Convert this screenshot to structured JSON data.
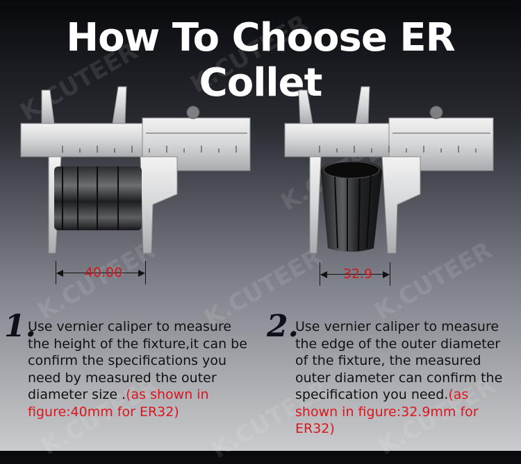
{
  "title": "How To Choose ER Collet",
  "watermark_text": "K.CUTEER",
  "figures": [
    {
      "measurement": "40.00"
    },
    {
      "measurement": "32.9"
    }
  ],
  "steps": [
    {
      "number": "1.",
      "text": "Use vernier caliper to measure the height of the fixture,it can be confirm the specifications you need by measured the outer diameter size .",
      "note": "(as shown in figure:40mm for ER32)"
    },
    {
      "number": "2.",
      "text": "Use vernier caliper to measure the edge of the outer diameter of the fixture, the measured outer diameter can confirm the specification you need.",
      "note": "(as shown in figure:32.9mm for ER32)"
    }
  ],
  "colors": {
    "note_red": "#e0141b",
    "measure_red": "#d7141a",
    "title": "#ffffff",
    "body_text": "#111111"
  }
}
